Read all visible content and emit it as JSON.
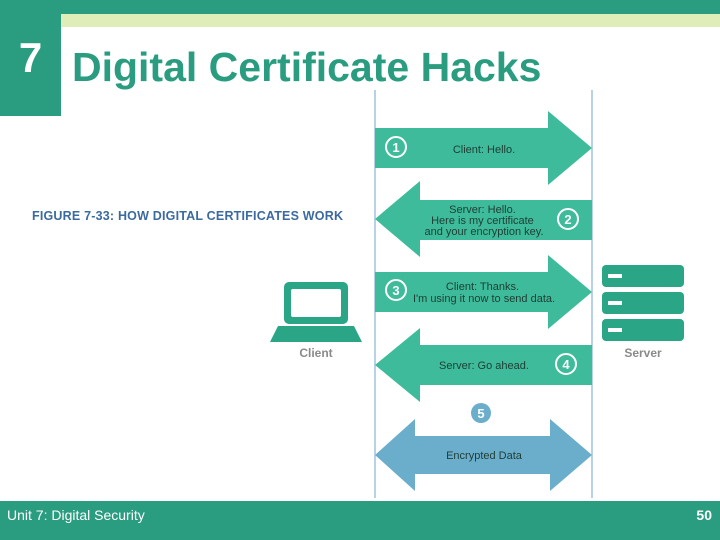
{
  "header": {
    "chapter_number": "7",
    "title": "Digital Certificate Hacks"
  },
  "figure": {
    "caption": "FIGURE 7-33: HOW DIGITAL CERTIFICATES WORK",
    "client_label": "Client",
    "server_label": "Server",
    "steps": [
      {
        "number": "1",
        "lines": [
          "Client: Hello."
        ]
      },
      {
        "number": "2",
        "lines": [
          "Server: Hello.",
          "Here is my certificate",
          "and your encryption key."
        ]
      },
      {
        "number": "3",
        "lines": [
          "Client: Thanks.",
          "I'm using it now to send data."
        ]
      },
      {
        "number": "4",
        "lines": [
          "Server: Go ahead."
        ]
      },
      {
        "number": "5",
        "lines": [
          "Encrypted Data"
        ]
      }
    ],
    "colors": {
      "arrow_green": "#3dbb9a",
      "arrow_blue": "#6aaecb",
      "icon_green": "#2aa585",
      "badge_blue": "#6aaecb",
      "label_gray": "#8a8a8a",
      "line_blue": "#9fc4e0"
    }
  },
  "footer": {
    "unit_label": "Unit 7: Digital Security",
    "page_number": "50"
  }
}
